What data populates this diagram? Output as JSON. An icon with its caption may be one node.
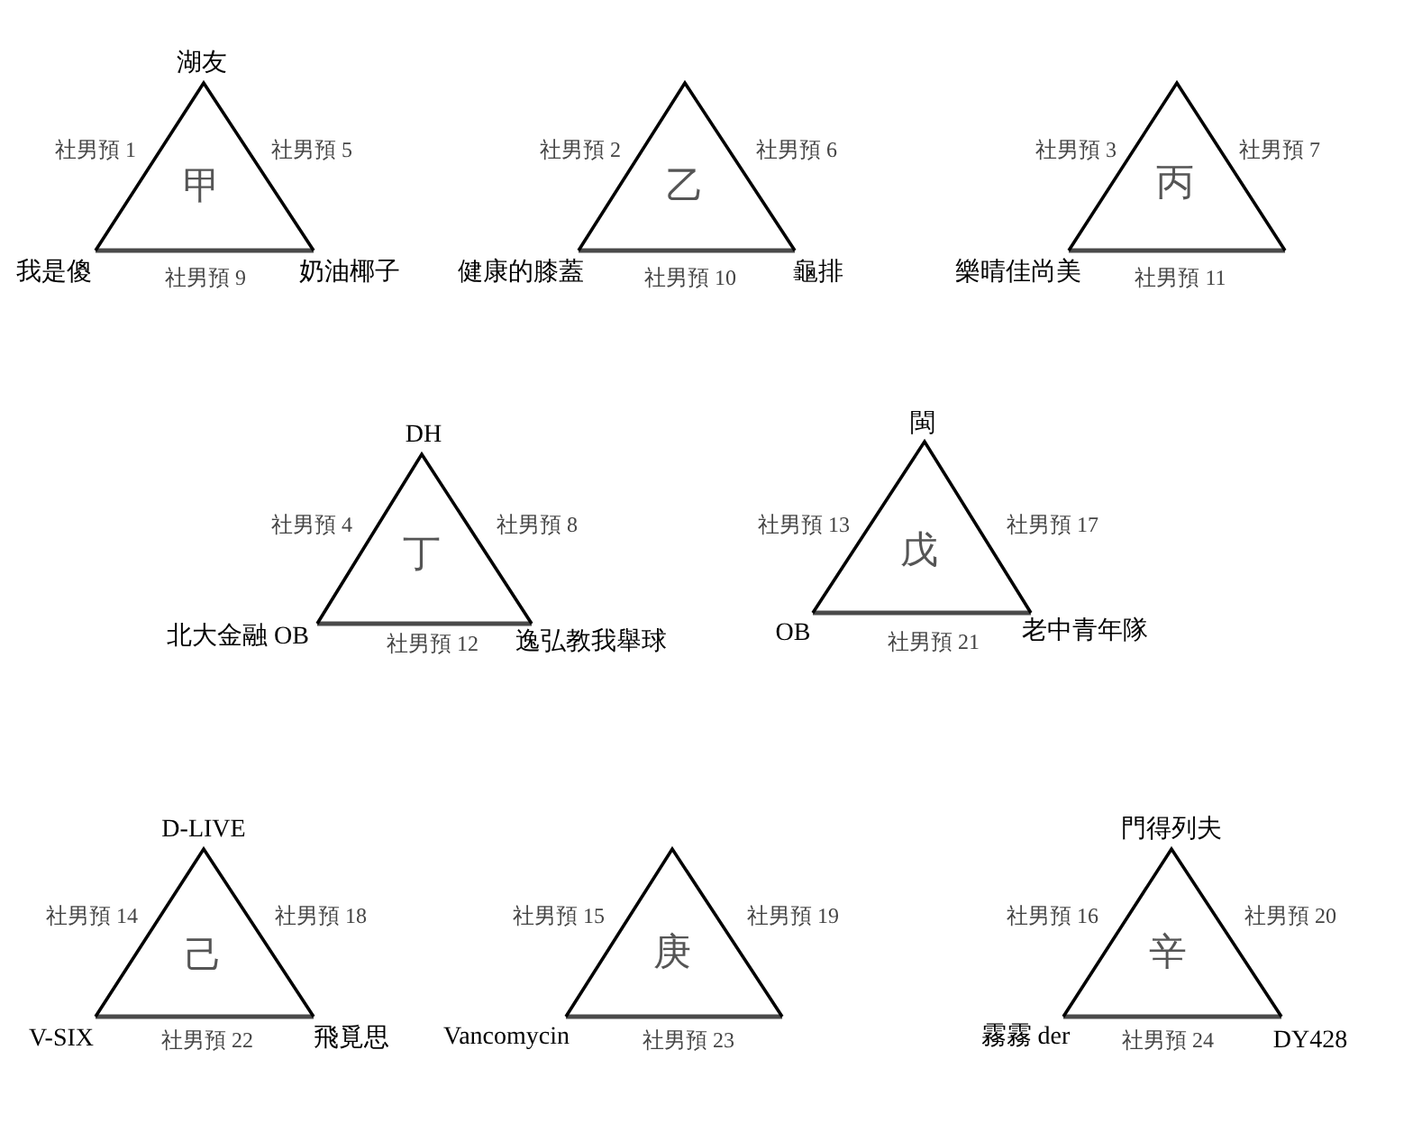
{
  "diagram": {
    "nodes": [
      {
        "text": [
          "甲"
        ],
        "beside": [
          "湖友",
          "我是傻",
          "奶油椰子"
        ]
      },
      {
        "text": [
          "乙"
        ],
        "beside": [
          "健康的膝蓋",
          "龜排"
        ]
      },
      {
        "text": [
          "丙"
        ],
        "beside": [
          "樂晴佳尚美"
        ]
      },
      {
        "text": [
          "丁"
        ],
        "beside": [
          "DH",
          "北大金融 OB",
          "逸弘教我舉球"
        ]
      },
      {
        "text": [
          "戊"
        ],
        "beside": [
          "閩",
          "OB",
          "老中青年隊"
        ]
      },
      {
        "text": [
          "己"
        ],
        "beside": [
          "D-LIVE",
          "V-SIX",
          "飛覓思"
        ]
      },
      {
        "text": [
          "庚"
        ],
        "beside": [
          "Vancomycin"
        ]
      },
      {
        "text": [
          "辛"
        ],
        "beside": [
          "門得列夫",
          "霧霧 der",
          "DY428"
        ]
      }
    ],
    "labels": [
      "社男預 1",
      "社男預 5",
      "社男預 2",
      "社男預 6",
      "社男預 3",
      "社男預 7",
      "社男預 9",
      "社男預 10",
      "社男預 11",
      "社男預 4",
      "社男預 8",
      "社男預 13",
      "社男預 17",
      "社男預 12",
      "社男預 21",
      "社男預 14",
      "社男預 18",
      "社男預 15",
      "社男預 19",
      "社男預 16",
      "社男預 20",
      "社男預 22",
      "社男預 23",
      "社男預 24"
    ]
  }
}
